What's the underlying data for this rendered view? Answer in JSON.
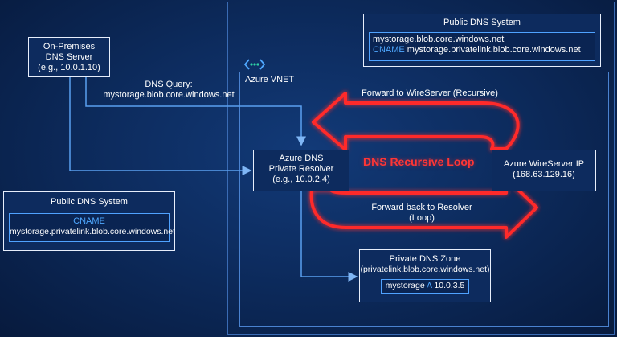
{
  "onprem": {
    "line1": "On-Premises",
    "line2": "DNS Server",
    "line3": "(e.g., 10.0.1.10)"
  },
  "dns_query": {
    "line1": "DNS Query:",
    "line2": "mystorage.blob.core.windows.net"
  },
  "public_dns_top": {
    "title": "Public DNS System",
    "record1": "mystorage.blob.core.windows.net",
    "cname_tag": "CNAME",
    "record2": "mystorage.privatelink.blob.core.windows.net"
  },
  "public_dns_left": {
    "title": "Public DNS System",
    "cname_tag": "CNAME",
    "record": "mystorage.privatelink.blob.core.windows.net"
  },
  "vnet": {
    "label": "Azure VNET",
    "icon": "vnet-icon"
  },
  "resolver": {
    "line1": "Azure DNS",
    "line2": "Private Resolver",
    "line3": "(e.g., 10.0.2.4)"
  },
  "wireserver": {
    "line1": "Azure WireServer IP",
    "line2": "(168.63.129.16)"
  },
  "loop": {
    "title": "DNS Recursive Loop",
    "forward_label": "Forward to WireServer (Recursive)",
    "back_line1": "Forward back to Resolver",
    "back_line2": "(Loop)"
  },
  "private_zone": {
    "line1": "Private DNS Zone",
    "line2": "(privatelink.blob.core.windows.net)",
    "record_name": "mystorage",
    "record_type": "A",
    "record_ip": "10.0.3.5"
  },
  "colors": {
    "loop": "#ff2a2a",
    "connector": "#5aa0f0",
    "accent": "#4fa8ff"
  }
}
